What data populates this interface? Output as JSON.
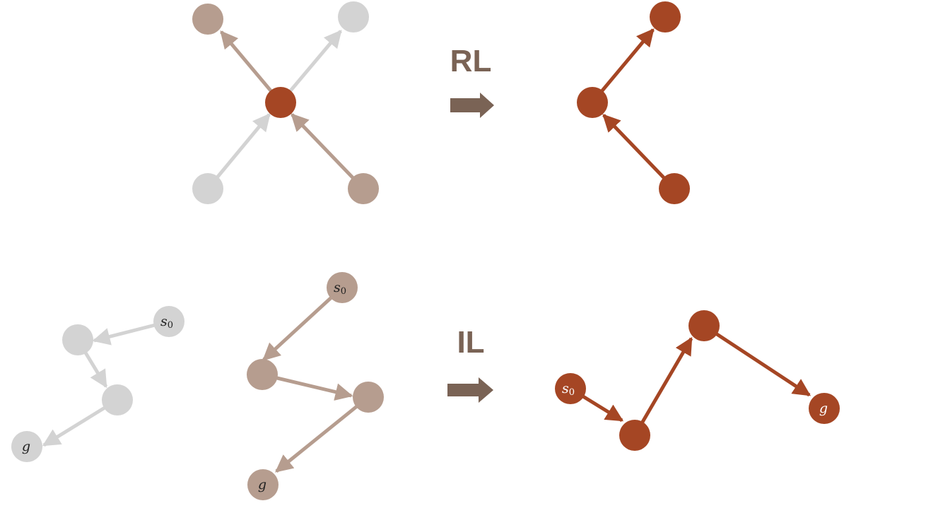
{
  "colors": {
    "gray": "#d3d3d3",
    "tan": "#b69d8f",
    "rust": "#a54624",
    "arrow": "#7a6355"
  },
  "labels": {
    "rl": "RL",
    "il": "IL",
    "start": "s",
    "start_sub": "0",
    "goal": "g"
  }
}
